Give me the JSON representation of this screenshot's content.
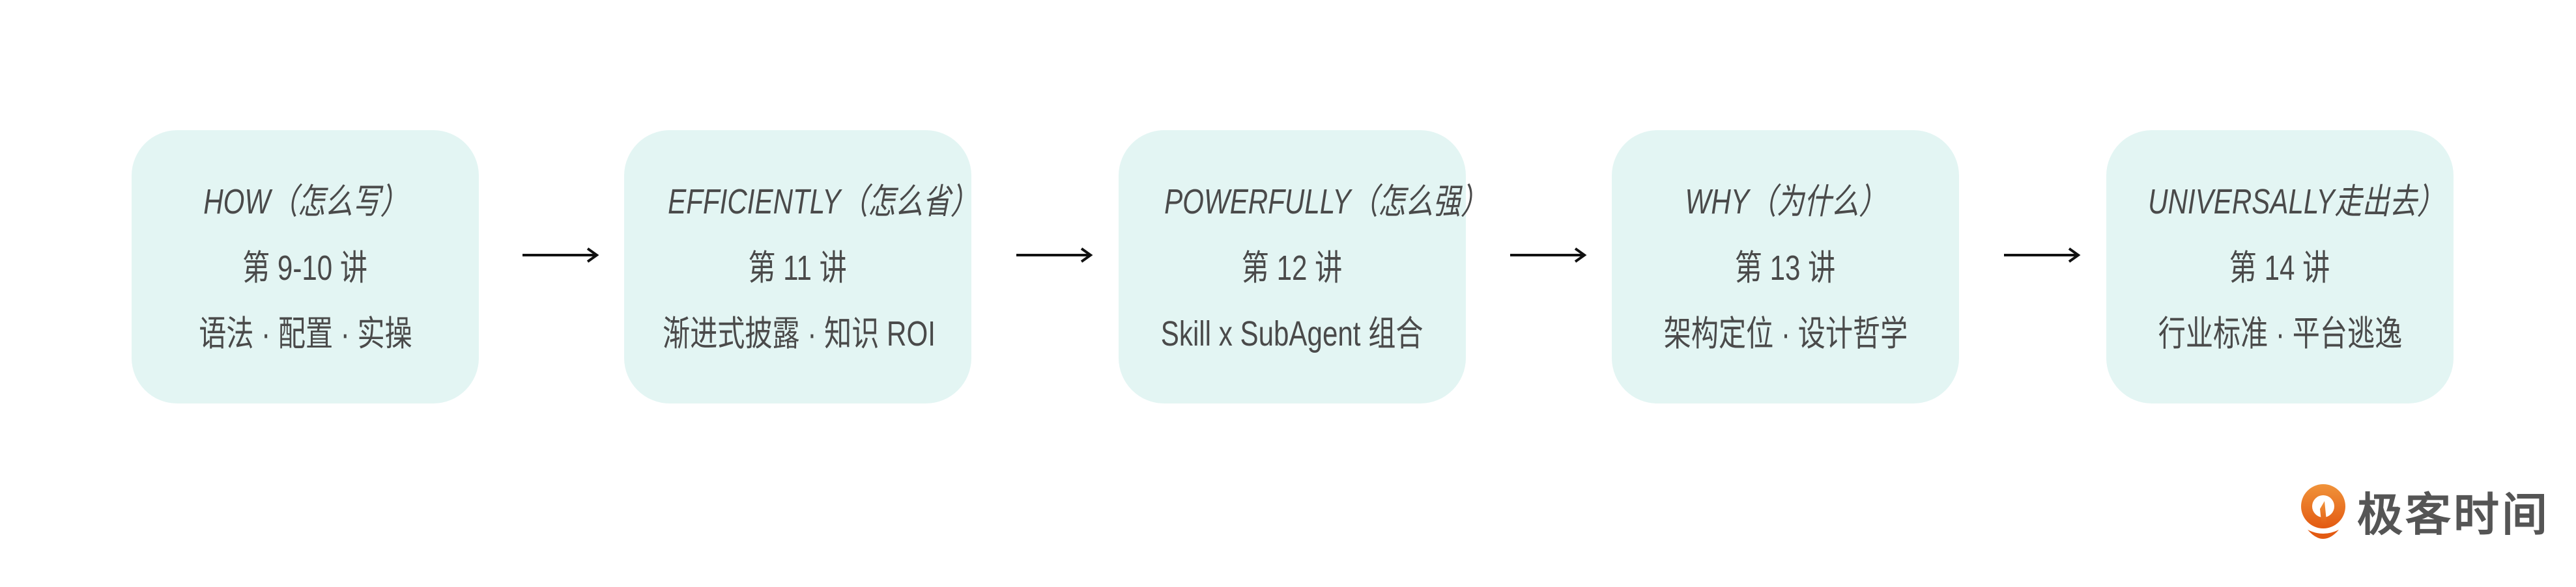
{
  "steps": [
    {
      "title": "HOW（怎么写）",
      "lecture": "第 9-10 讲",
      "topics": "语法 · 配置 · 实操"
    },
    {
      "title": "EFFICIENTLY（怎么省）",
      "lecture": "第 11 讲",
      "topics": "渐进式披露 · 知识 ROI"
    },
    {
      "title": "POWERFULLY（怎么强）",
      "lecture": "第 12 讲",
      "topics": "Skill x SubAgent 组合"
    },
    {
      "title": "WHY（为什么）",
      "lecture": "第 13 讲",
      "topics": "架构定位 · 设计哲学"
    },
    {
      "title": "UNIVERSALLY走出去）",
      "lecture": "第 14 讲",
      "topics": "行业标准 · 平台逃逸"
    }
  ],
  "logo": {
    "text": "极客时间"
  },
  "colors": {
    "box": "#e3f5f3",
    "text": "#4a4a4a",
    "logo_orange": "#eb6a1c"
  }
}
